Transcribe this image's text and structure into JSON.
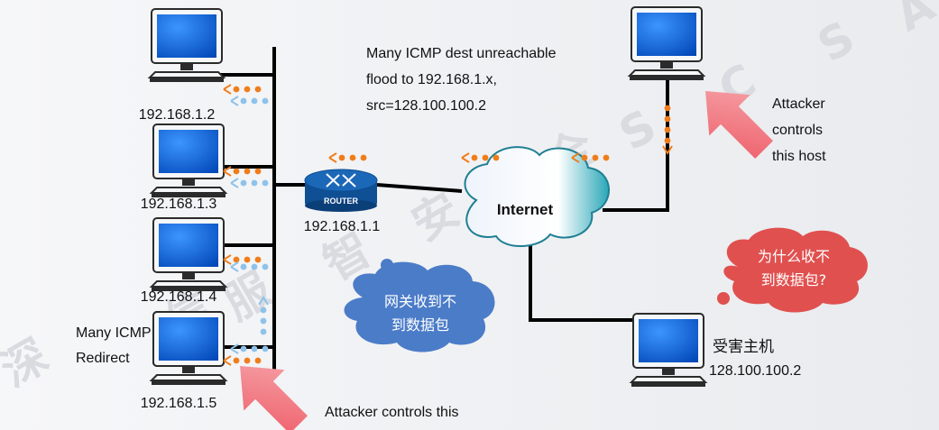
{
  "watermark": {
    "chars": [
      "深",
      "信",
      "服",
      "智",
      "安",
      "全",
      "S",
      "C",
      "S",
      "A"
    ]
  },
  "hosts": [
    {
      "ip": "192.168.1.2"
    },
    {
      "ip": "192.168.1.3"
    },
    {
      "ip": "192.168.1.4"
    },
    {
      "ip": "192.168.1.5"
    }
  ],
  "router": {
    "badge": "ROUTER",
    "ip": "192.168.1.1"
  },
  "internet": {
    "label": "Internet"
  },
  "flood_note": {
    "lines": [
      "Many ICMP dest unreachable",
      "flood to  192.168.1.x,",
      "src=128.100.100.2"
    ]
  },
  "attacker_remote": {
    "lines": [
      "Attacker",
      "controls",
      "this host"
    ]
  },
  "attacker_local": {
    "label": "Attacker controls this"
  },
  "redirect_note": {
    "lines": [
      "Many ICMP",
      "Redirect"
    ]
  },
  "victim": {
    "name": "受害主机",
    "ip": "128.100.100.2"
  },
  "bubble_gateway": {
    "lines": [
      "网关收到不",
      "到数据包"
    ]
  },
  "bubble_victim": {
    "lines": [
      "为什么收不",
      "到数据包?"
    ]
  },
  "colors": {
    "flood_dots": "#f07d1a",
    "redirect_dots": "#8ec2ea",
    "gateway_bubble": "#4b7cc8",
    "victim_bubble": "#e0504f",
    "attack_arrow": "#f07b82",
    "monitor": "#0d5fd3"
  }
}
